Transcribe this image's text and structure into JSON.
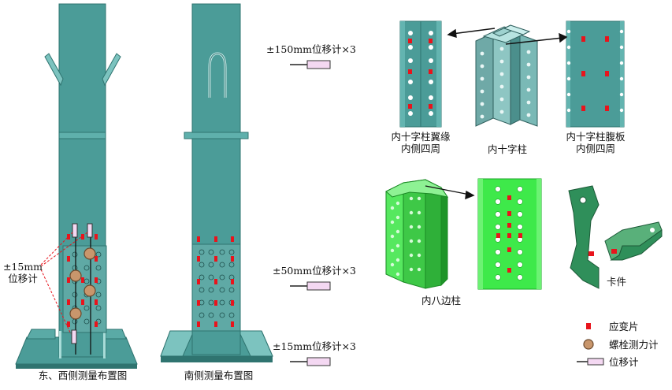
{
  "colors": {
    "column_teal": "#4b9c98",
    "column_dark": "#2f7470",
    "column_light": "#7cc3bf",
    "green_bright": "#3ee94a",
    "green_dark": "#1aa626",
    "gauge_red": "#e8141c",
    "load_cell": "#c8966c",
    "displacement_body": "#f4d8f2",
    "clip_green": "#2f8f5a"
  },
  "labels": {
    "east_west_caption": "东、西侧测量布置图",
    "south_caption": "南侧测量布置图",
    "disp_150": "±150mm位移计×3",
    "disp_50": "±50mm位移计×3",
    "disp_15_right": "±15mm位移计×3",
    "disp_15_left_line1": "±15mm",
    "disp_15_left_line2": "位移计",
    "cross_flange_line1": "内十字柱翼缘",
    "cross_flange_line2": "内侧四周",
    "cross_column": "内十字柱",
    "cross_web_line1": "内十字柱腹板",
    "cross_web_line2": "内侧四周",
    "octagon_column": "内八边柱",
    "clip": "卡件"
  },
  "legend": {
    "strain_gauge": "应变片",
    "bolt_load_cell": "螺栓测力计",
    "displacement_meter": "位移计"
  }
}
